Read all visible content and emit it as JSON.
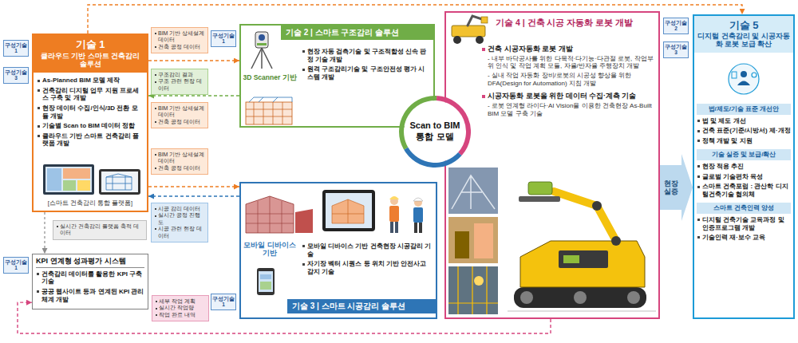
{
  "diagram": {
    "nodes": [
      {
        "text": [
          "구성기술 1"
        ]
      },
      {
        "text": [
          "구성기술 3"
        ]
      },
      {
        "text": [
          "기술 1",
          "클라우드 기반 스마트 건축감리 솔루션",
          "As-Planned BIM 모델 제작",
          "건축감리 디지털 업무 지원 프로세스 구축 및 개발",
          "현장 데이터 수집/인식/3D 전환 모듈 개발",
          "기술별 Scan to BIM 데이터 정합",
          "클라우드 기반 스마트 건축감리 플랫폼 개발",
          "[스마트 건축감리 통합 플랫폼]"
        ]
      },
      {
        "text": [
          "구성기술 1"
        ]
      },
      {
        "text": [
          "기술 2 | 스마트 구조감리 솔루션",
          "3D Scanner 기반",
          "현장 자동 검측기술 및 구조적합성 신속 판정 기술 개발",
          "원격 구조감리기술 및 구조안전성 평가 시스템 개발"
        ]
      },
      {
        "text": [
          "구성기술 1"
        ]
      },
      {
        "text": [
          "모바일 디바이스 기반",
          "모바일 디바이스 기반 건축현장 시공감리 기술",
          "자기장 벡터 시퀀스 등 위치 기반 안전사고 감지 기술",
          "기술 3 | 스마트 시공감리 솔루션"
        ]
      },
      {
        "text": [
          "Scan to BIM 통합 모델"
        ]
      },
      {
        "text": [
          "구성기술 2"
        ]
      },
      {
        "text": [
          "구성기술 3"
        ]
      },
      {
        "text": [
          "기술 4 | 건축 시공 자동화 로봇 개발",
          "건축 시공자동화 로봇 개발",
          "- 내부 바닥공사를 위한 다목적·다기능·다관절 로봇, 작업부위 인식 및 작업 계획 모듈, 자율/반자율 주행장치 개발",
          "- 실내 작업 자동화 장비/로봇의 시공성 향상을 위한 DFA(Design for Automation) 지침 개발",
          "시공자동화 로봇을 위한 데이터 수집·계측 기술",
          "- 로봇 연계형 라이다·AI Vision을 이용한 건축현장 As-Built BIM 모델 구축 기술"
        ]
      },
      {
        "text": [
          "기술 5",
          "디지털 건축감리 및 시공자동화 로봇 보급 확산",
          "법/제도/기술 표준 개선안",
          "법 및 제도 개선",
          "건축 표준(기준/시방서) 제·개정",
          "정책 개발 및 지원",
          "기술 실증 및 보급/확산",
          "현장 적용 추진",
          "글로벌 기술편차 육성",
          "스마트 건축포럼 : 관산학 디지털건축기술 협의체",
          "스마트 건축인력 양성",
          "디지털 건축기술 교육과정 및 인증프로그램 개발",
          "기술인력 재·보수 교육"
        ]
      },
      {
        "text": [
          "구성기술 1"
        ]
      },
      {
        "text": [
          "KPI 연계형 성과평가 시스템",
          "건축감리 데이터를 활용한 KPI 구축 기술",
          "공공 웹사이트 등과 연계된 KPI 관리체계 개발"
        ]
      }
    ],
    "edges": [
      {
        "from": 2,
        "to": 11,
        "arrow": "to"
      },
      {
        "from": 2,
        "to": 4,
        "arrow": "to"
      },
      {
        "from": 4,
        "to": 2,
        "arrow": "to"
      },
      {
        "from": 2,
        "to": 6,
        "arrow": "to"
      },
      {
        "from": 6,
        "to": 2,
        "arrow": "to"
      },
      {
        "from": 2,
        "to": 13,
        "arrow": "to"
      },
      {
        "from": 10,
        "to": 13,
        "arrow": "to"
      },
      {
        "from": 10,
        "to": 11,
        "label": "현장 실증",
        "arrow": "to"
      }
    ],
    "labels": [
      "BIM 기반 상세설계 데이터",
      "건축 공정 데이터",
      "구조감리 결과",
      "구조 관련 현장 데이터",
      "BIM 기반 상세설계 데이터",
      "건축 공정 데이터",
      "BIM 기반 상세설계 데이터",
      "건축 공정 데이터",
      "시공 감리 데이터",
      "실시간 공정 진행도",
      "시공 관련 현장 데이터",
      "실시간 건축감리 플랫폼 축적 데이터",
      "세부 작업 계획",
      "실시간 작업량",
      "작업 완료 내역"
    ]
  }
}
